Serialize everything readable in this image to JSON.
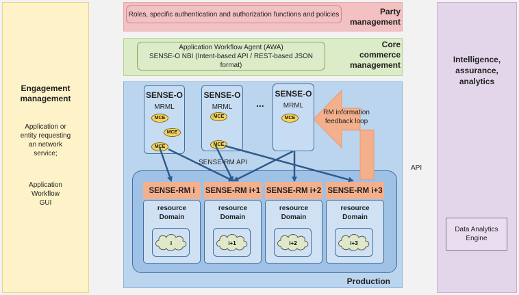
{
  "engagement": {
    "title_line1": "Engagement",
    "title_line2": "management",
    "desc": [
      "Application or",
      "entity requesting",
      "an network",
      "service;"
    ],
    "gui": [
      "Application",
      "Workflow",
      "GUI"
    ]
  },
  "intelligence": {
    "title": [
      "Intelligence,",
      "assurance,",
      "analytics"
    ],
    "engine": [
      "Data Analytics",
      "Engine"
    ]
  },
  "party": {
    "pill": "Roles, specific authentication and authorization functions and policies",
    "label": [
      "Party",
      "management"
    ]
  },
  "core": {
    "pill_line1": "Application Workflow Agent (AWA)",
    "pill_line2": "SENSE-O NBI (Intent-based API / REST-based JSON format)",
    "label": [
      "Core",
      "commerce",
      "management"
    ]
  },
  "production": {
    "label": "Production",
    "sense_o": [
      {
        "title": "SENSE-O",
        "mrml": "MRML",
        "mce": [
          "MCE",
          "MCE",
          "MCE"
        ]
      },
      {
        "title": "SENSE-O",
        "mrml": "MRML",
        "mce": [
          "MCE",
          "MCE"
        ]
      },
      {
        "title": "SENSE-O",
        "mrml": "MRML",
        "mce": [
          "MCE"
        ]
      }
    ],
    "ellipsis": "...",
    "sense_rm_api": "SENSE-RM API",
    "feedback": [
      "RM information",
      "feedback loop"
    ],
    "rms": [
      {
        "name": "SENSE-RM i",
        "domain": [
          "resource",
          "Domain"
        ],
        "cloud": "i"
      },
      {
        "name": "SENSE-RM i+1",
        "domain": [
          "resource",
          "Domain"
        ],
        "cloud": "i+1"
      },
      {
        "name": "SENSE-RM i+2",
        "domain": [
          "resource",
          "Domain"
        ],
        "cloud": "i+2"
      },
      {
        "name": "SENSE-RM i+3",
        "domain": [
          "resource",
          "Domain"
        ],
        "cloud": "i+3"
      }
    ]
  },
  "api_label": "API",
  "colors": {
    "arrow": "#2f5b8a",
    "feedback_arrow": "#f4b08c",
    "cloud": "#dfe8c8"
  }
}
